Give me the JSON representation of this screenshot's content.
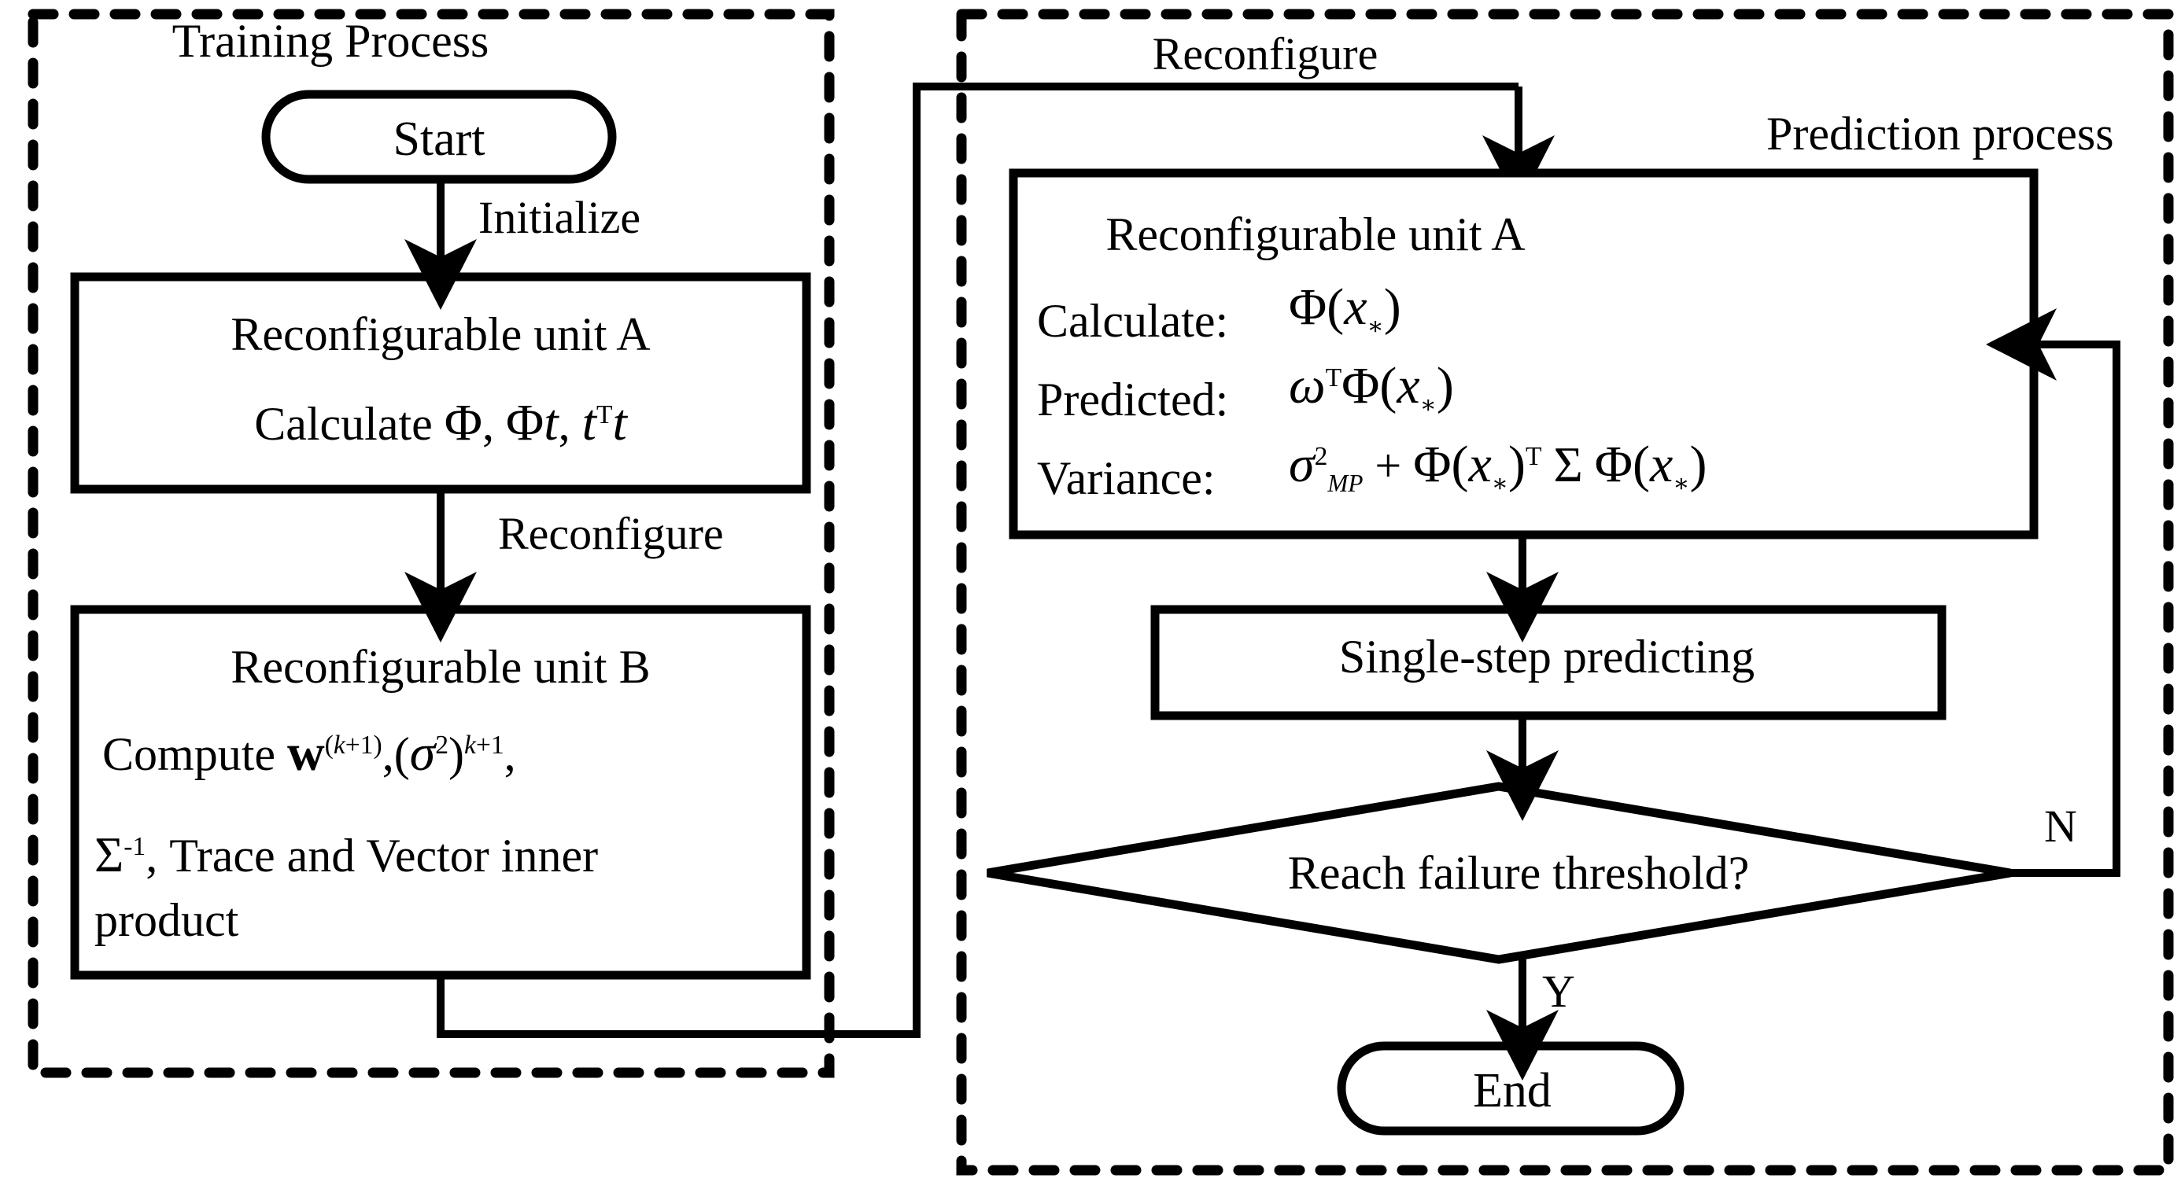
{
  "panels": {
    "training": {
      "title": "Training Process"
    },
    "prediction": {
      "title": "Prediction process"
    }
  },
  "training_nodes": {
    "start": "Start",
    "unitA_title": "Reconfigurable unit A",
    "unitA_formula_prefix": "Calculate ",
    "unitA_formula": "Φ, Φt, tᵀt",
    "unitB_title": "Reconfigurable unit B",
    "unitB_line1_prefix": "Compute ",
    "unitB_line1": "w^(k+1), (σ²)^(k+1),",
    "unitB_line2": "Σ⁻¹, Trace and Vector inner",
    "unitB_line3": "product"
  },
  "training_edges": {
    "initialize": "Initialize",
    "reconfigure": "Reconfigure"
  },
  "prediction_nodes": {
    "unitA_title": "Reconfigurable unit A",
    "calculate_label": "Calculate:",
    "calculate_expr": "Φ(x∗)",
    "predicted_label": "Predicted:",
    "predicted_expr": "ωᵀΦ(x∗)",
    "variance_label": "Variance:",
    "variance_expr": "σ²MP + Φ(x∗)ᵀ Σ Φ(x∗)",
    "single_step": "Single-step predicting",
    "decision": "Reach failure threshold?",
    "end": "End"
  },
  "prediction_edges": {
    "reconfigure": "Reconfigure",
    "branch_no": "N",
    "branch_yes": "Y"
  },
  "colors": {
    "ink": "#000000",
    "paper": "#ffffff"
  }
}
